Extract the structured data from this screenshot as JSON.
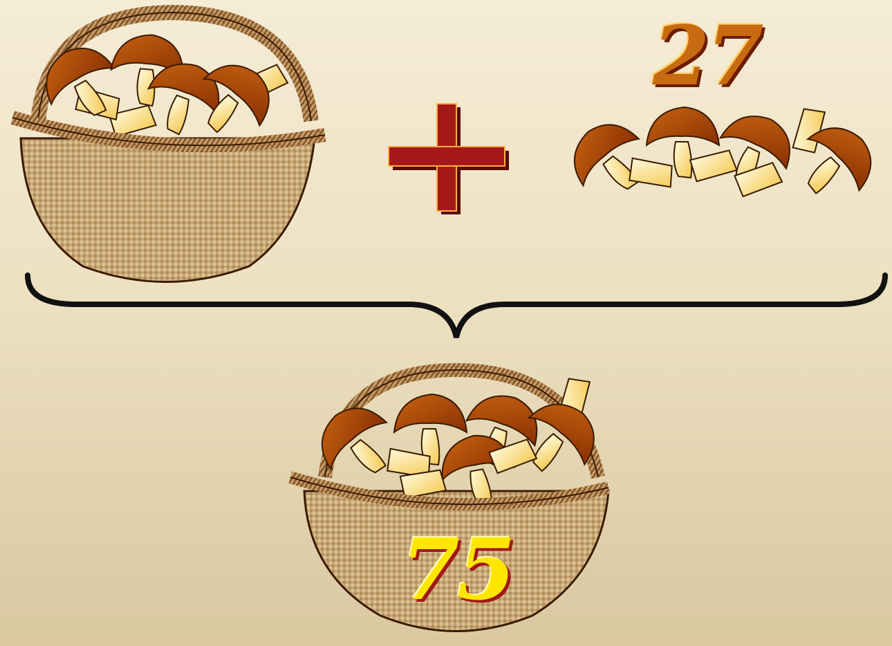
{
  "numbers": {
    "added": "27",
    "total": "75"
  },
  "operator": "plus",
  "colors": {
    "background_top": "#f5ecd6",
    "background_bottom": "#d9c8a0",
    "mushroom_cap": "#a8460a",
    "mushroom_stem": "#ffe8a8",
    "basket": "#c9a878",
    "plus_sign": "#8c1010",
    "number_added": "#c86a10",
    "number_total": "#ffe600"
  },
  "icons": [
    "basket-of-mushrooms-icon",
    "plus-icon",
    "mushroom-pile-icon",
    "curly-brace-icon",
    "full-basket-icon"
  ]
}
